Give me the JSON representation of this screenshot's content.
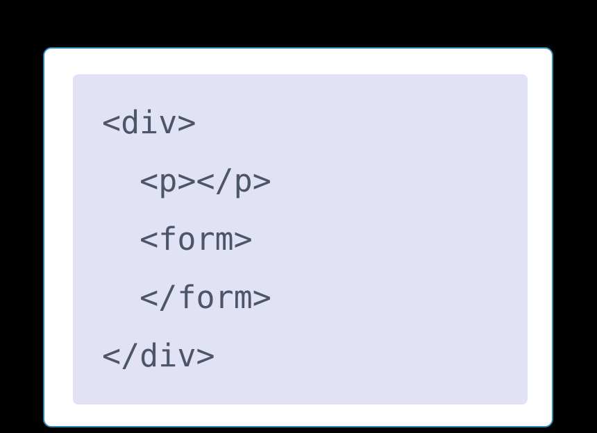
{
  "code": {
    "language": "html",
    "lines": [
      "<div>",
      "  <p></p>",
      "  <form>",
      "  </form>",
      "</div>"
    ]
  },
  "colors": {
    "page_background": "#000000",
    "card_background": "#ffffff",
    "card_border": "#2f86b3",
    "panel_background": "#e2e2f6",
    "code_text": "#4d5569"
  }
}
